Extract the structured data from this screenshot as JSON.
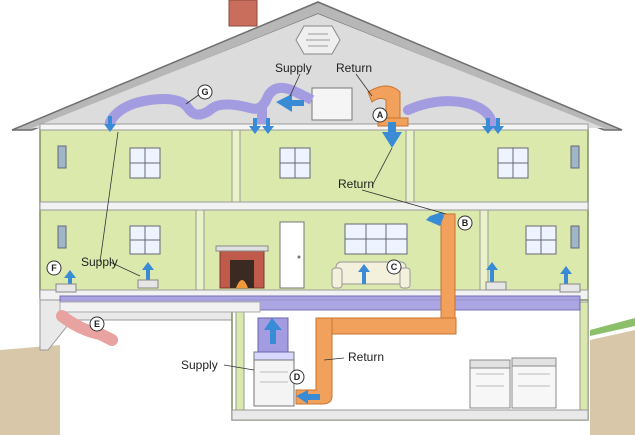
{
  "labels": {
    "supply_attic": "Supply",
    "return_attic": "Return",
    "return_middle": "Return",
    "supply_second": "Supply",
    "supply_basement": "Supply",
    "return_basement": "Return"
  },
  "markers": [
    "A",
    "B",
    "C",
    "D",
    "E",
    "F",
    "G"
  ],
  "colors": {
    "supply_duct": "#8e86d6",
    "return_duct": "#f2a15c",
    "supply_arrow": "#3a8bd6",
    "wall": "#d8e8a8",
    "roof": "#b9b9b9"
  }
}
